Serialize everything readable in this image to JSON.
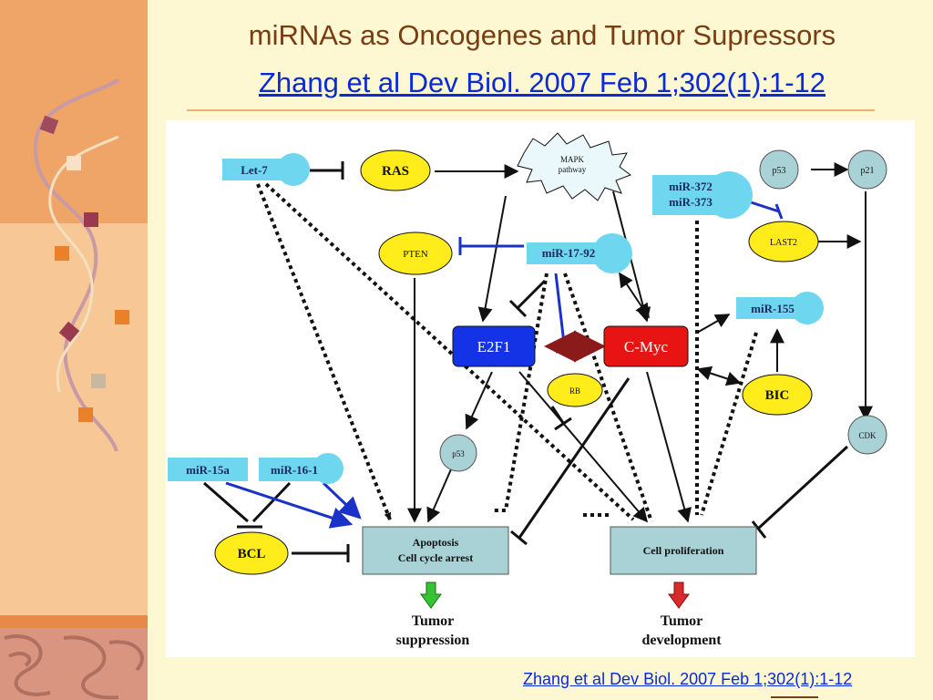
{
  "slide": {
    "title": "miRNAs as Oncogenes and Tumor Supressors",
    "subtitle_link": "Zhang et al Dev Biol. 2007 Feb 1;302(1):1-12",
    "citation_link": "Zhang et al Dev Biol. 2007 Feb 1;302(1):1-12"
  },
  "colors": {
    "mirna_fill": "#6fd6f0",
    "protein_fill": "#ffec1a",
    "e2f1_fill": "#1432e6",
    "cmyc_fill": "#e81414",
    "outcome_box_fill": "#a9d2d6",
    "inhibit_blue": "#1a32c8",
    "suppression_arrow": "#37c432",
    "development_arrow": "#d82a2a"
  },
  "diagram": {
    "nodes": {
      "let7": "Let-7",
      "ras": "RAS",
      "mapk_line1": "MAPK",
      "mapk_line2": "pathway",
      "mir372": "miR-372",
      "mir373": "miR-373",
      "p53_top": "p53",
      "p21": "p21",
      "last2": "LAST2",
      "pten": "PTEN",
      "mir1792": "miR-17-92",
      "mir155": "miR-155",
      "e2f1": "E2F1",
      "cmyc": "C-Myc",
      "rb": "RB",
      "bic": "BIC",
      "cdk": "CDK",
      "p53_mid": "p53",
      "mir15a": "miR-15a",
      "mir161": "miR-16-1",
      "bcl": "BCL",
      "apoptosis_line1": "Apoptosis",
      "apoptosis_line2": "Cell cycle arrest",
      "proliferation": "Cell proliferation",
      "suppression_line1": "Tumor",
      "suppression_line2": "suppression",
      "development_line1": "Tumor",
      "development_line2": "development"
    }
  }
}
